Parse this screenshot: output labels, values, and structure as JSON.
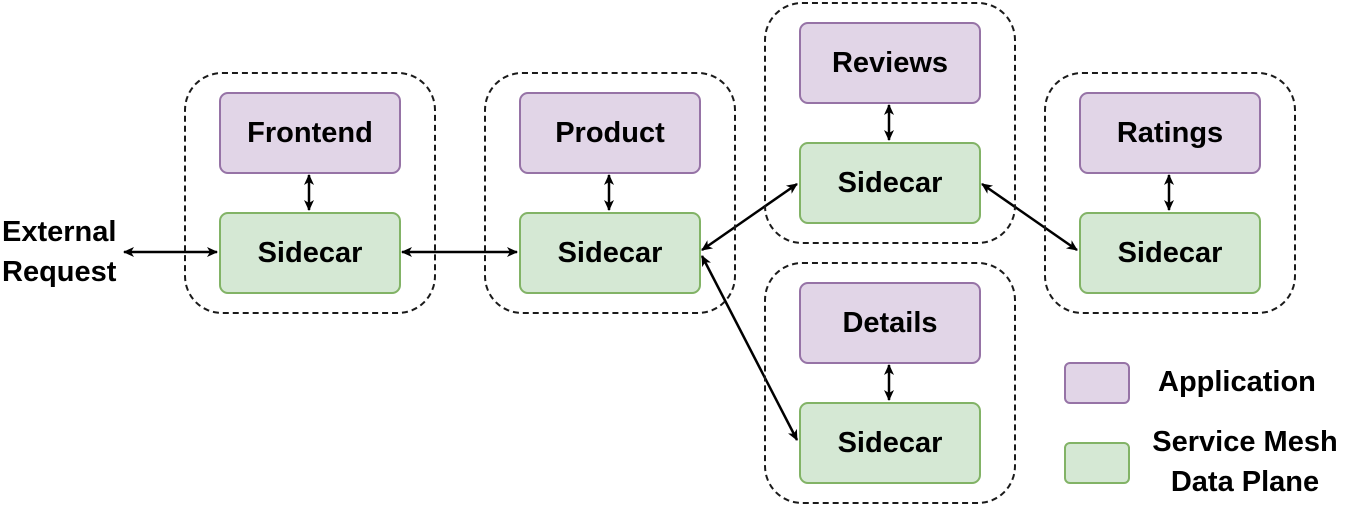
{
  "external_label": [
    "External",
    "Request"
  ],
  "services": {
    "frontend": {
      "app": "Frontend",
      "sidecar": "Sidecar"
    },
    "product": {
      "app": "Product",
      "sidecar": "Sidecar"
    },
    "reviews": {
      "app": "Reviews",
      "sidecar": "Sidecar"
    },
    "details": {
      "app": "Details",
      "sidecar": "Sidecar"
    },
    "ratings": {
      "app": "Ratings",
      "sidecar": "Sidecar"
    }
  },
  "legend": {
    "application": "Application",
    "data_plane": [
      "Service Mesh",
      "Data Plane"
    ]
  },
  "colors": {
    "application_fill": "#e1d5e7",
    "application_border": "#9673a6",
    "sidecar_fill": "#d5e8d4",
    "sidecar_border": "#82b366"
  }
}
